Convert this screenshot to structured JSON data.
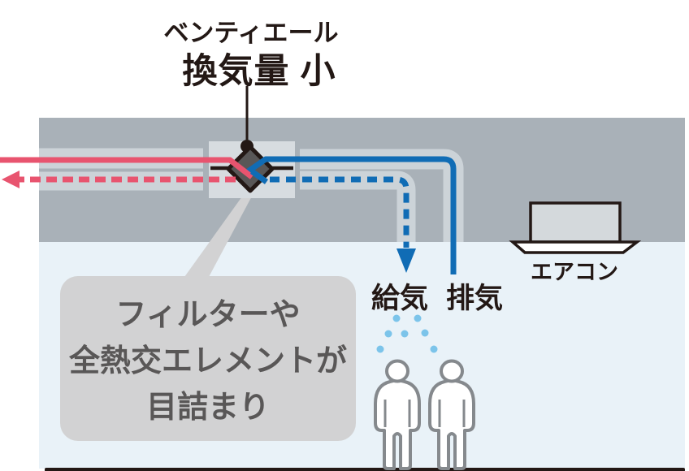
{
  "diagram": {
    "title_label": {
      "line1": "ベンティエール",
      "line2": "換気量 小"
    },
    "labels": {
      "supply": "給気",
      "exhaust": "排気",
      "aircon": "エアコン"
    },
    "callout": {
      "lines": [
        "フィルターや",
        "全熱交エレメントが",
        "目詰まり"
      ]
    },
    "colors": {
      "exhaust_pink": "#e8546f",
      "air_blue": "#106cb5",
      "ceiling_gray": "#a9b1b8",
      "room_blue": "#e9f2f8",
      "duct_casing": "#ccd3d8",
      "unit_panel": "#d7dce0",
      "heat_exchanger_fill": "#595757",
      "outline_black": "#231815",
      "callout_bg": "#d2d2d3",
      "callout_text": "#595757",
      "particle_blue": "#7cc4ea",
      "person_outline": "#85898d",
      "aircon_fill": "#d4d9dc"
    }
  }
}
